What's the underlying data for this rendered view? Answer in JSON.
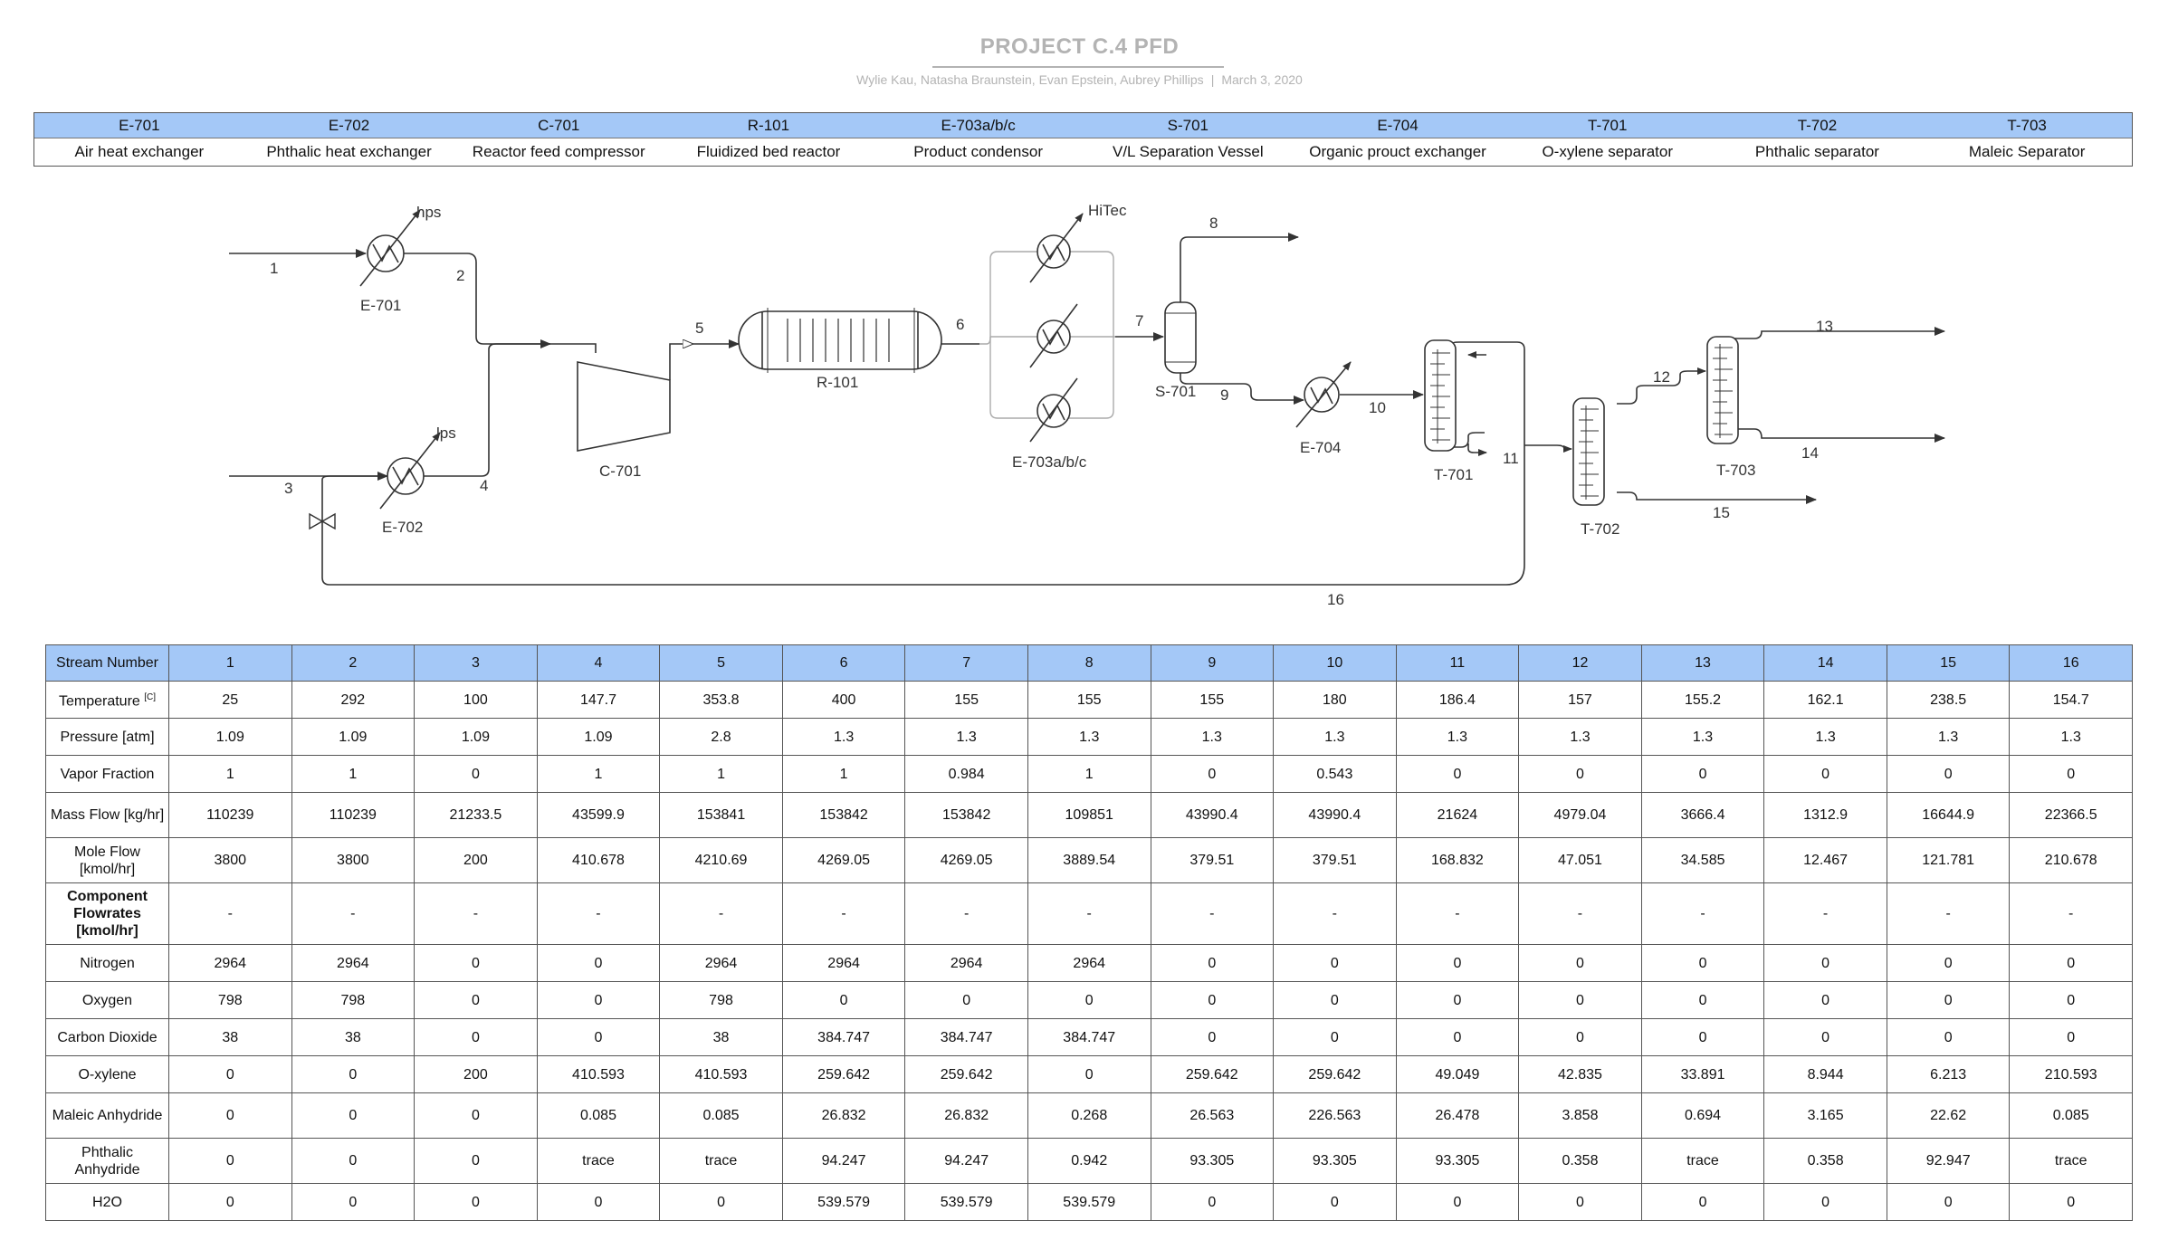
{
  "header": {
    "title": "PROJECT C.4 PFD",
    "authors": "Wylie Kau, Natasha Braunstein, Evan Epstein, Aubrey Phillips",
    "separator": "|",
    "date": "March 3, 2020"
  },
  "equipment": [
    {
      "tag": "E-701",
      "name": "Air heat exchanger"
    },
    {
      "tag": "E-702",
      "name": "Phthalic heat exchanger"
    },
    {
      "tag": "C-701",
      "name": "Reactor feed compressor"
    },
    {
      "tag": "R-101",
      "name": "Fluidized bed reactor"
    },
    {
      "tag": "E-703a/b/c",
      "name": "Product condensor"
    },
    {
      "tag": "S-701",
      "name": "V/L Separation Vessel"
    },
    {
      "tag": "E-704",
      "name": "Organic prouct exchanger"
    },
    {
      "tag": "T-701",
      "name": "O-xylene separator"
    },
    {
      "tag": "T-702",
      "name": "Phthalic separator"
    },
    {
      "tag": "T-703",
      "name": "Maleic Separator"
    }
  ],
  "diagram": {
    "equipment_labels": {
      "e701": "E-701",
      "e702": "E-702",
      "c701": "C-701",
      "r101": "R-101",
      "e703": "E-703a/b/c",
      "s701": "S-701",
      "e704": "E-704",
      "t701": "T-701",
      "t702": "T-702",
      "t703": "T-703"
    },
    "utility_labels": {
      "hps": "hps",
      "lps": "lps",
      "hitec": "HiTec"
    },
    "stream_labels": [
      "1",
      "2",
      "3",
      "4",
      "5",
      "6",
      "7",
      "8",
      "9",
      "10",
      "11",
      "12",
      "13",
      "14",
      "15",
      "16"
    ]
  },
  "stream_table": {
    "header_label": "Stream Number",
    "stream_numbers": [
      "1",
      "2",
      "3",
      "4",
      "5",
      "6",
      "7",
      "8",
      "9",
      "10",
      "11",
      "12",
      "13",
      "14",
      "15",
      "16"
    ],
    "temperature_unit": "[C]",
    "rows": [
      {
        "label": "Temperature",
        "values": [
          "25",
          "292",
          "100",
          "147.7",
          "353.8",
          "400",
          "155",
          "155",
          "155",
          "180",
          "186.4",
          "157",
          "155.2",
          "162.1",
          "238.5",
          "154.7"
        ]
      },
      {
        "label": "Pressure [atm]",
        "values": [
          "1.09",
          "1.09",
          "1.09",
          "1.09",
          "2.8",
          "1.3",
          "1.3",
          "1.3",
          "1.3",
          "1.3",
          "1.3",
          "1.3",
          "1.3",
          "1.3",
          "1.3",
          "1.3"
        ]
      },
      {
        "label": "Vapor Fraction",
        "values": [
          "1",
          "1",
          "0",
          "1",
          "1",
          "1",
          "0.984",
          "1",
          "0",
          "0.543",
          "0",
          "0",
          "0",
          "0",
          "0",
          "0"
        ]
      },
      {
        "label": "Mass Flow [kg/hr]",
        "values": [
          "110239",
          "110239",
          "21233.5",
          "43599.9",
          "153841",
          "153842",
          "153842",
          "109851",
          "43990.4",
          "43990.4",
          "21624",
          "4979.04",
          "3666.4",
          "1312.9",
          "16644.9",
          "22366.5"
        ]
      },
      {
        "label": "Mole Flow [kmol/hr]",
        "values": [
          "3800",
          "3800",
          "200",
          "410.678",
          "4210.69",
          "4269.05",
          "4269.05",
          "3889.54",
          "379.51",
          "379.51",
          "168.832",
          "47.051",
          "34.585",
          "12.467",
          "121.781",
          "210.678"
        ]
      },
      {
        "label": "Component Flowrates [kmol/hr]",
        "bold": true,
        "values": [
          "-",
          "-",
          "-",
          "-",
          "-",
          "-",
          "-",
          "-",
          "-",
          "-",
          "-",
          "-",
          "-",
          "-",
          "-",
          "-"
        ]
      },
      {
        "label": "Nitrogen",
        "values": [
          "2964",
          "2964",
          "0",
          "0",
          "2964",
          "2964",
          "2964",
          "2964",
          "0",
          "0",
          "0",
          "0",
          "0",
          "0",
          "0",
          "0"
        ]
      },
      {
        "label": "Oxygen",
        "values": [
          "798",
          "798",
          "0",
          "0",
          "798",
          "0",
          "0",
          "0",
          "0",
          "0",
          "0",
          "0",
          "0",
          "0",
          "0",
          "0"
        ]
      },
      {
        "label": "Carbon Dioxide",
        "values": [
          "38",
          "38",
          "0",
          "0",
          "38",
          "384.747",
          "384.747",
          "384.747",
          "0",
          "0",
          "0",
          "0",
          "0",
          "0",
          "0",
          "0"
        ]
      },
      {
        "label": "O-xylene",
        "values": [
          "0",
          "0",
          "200",
          "410.593",
          "410.593",
          "259.642",
          "259.642",
          "0",
          "259.642",
          "259.642",
          "49.049",
          "42.835",
          "33.891",
          "8.944",
          "6.213",
          "210.593"
        ]
      },
      {
        "label": "Maleic Anhydride",
        "values": [
          "0",
          "0",
          "0",
          "0.085",
          "0.085",
          "26.832",
          "26.832",
          "0.268",
          "26.563",
          "226.563",
          "26.478",
          "3.858",
          "0.694",
          "3.165",
          "22.62",
          "0.085"
        ]
      },
      {
        "label": "Phthalic Anhydride",
        "values": [
          "0",
          "0",
          "0",
          "trace",
          "trace",
          "94.247",
          "94.247",
          "0.942",
          "93.305",
          "93.305",
          "93.305",
          "0.358",
          "trace",
          "0.358",
          "92.947",
          "trace"
        ]
      },
      {
        "label": "H2O",
        "values": [
          "0",
          "0",
          "0",
          "0",
          "0",
          "539.579",
          "539.579",
          "539.579",
          "0",
          "0",
          "0",
          "0",
          "0",
          "0",
          "0",
          "0"
        ]
      }
    ]
  },
  "colors": {
    "header_blue": "#a4c8f7",
    "title_gray": "#b3b3b3",
    "line": "#333333"
  }
}
